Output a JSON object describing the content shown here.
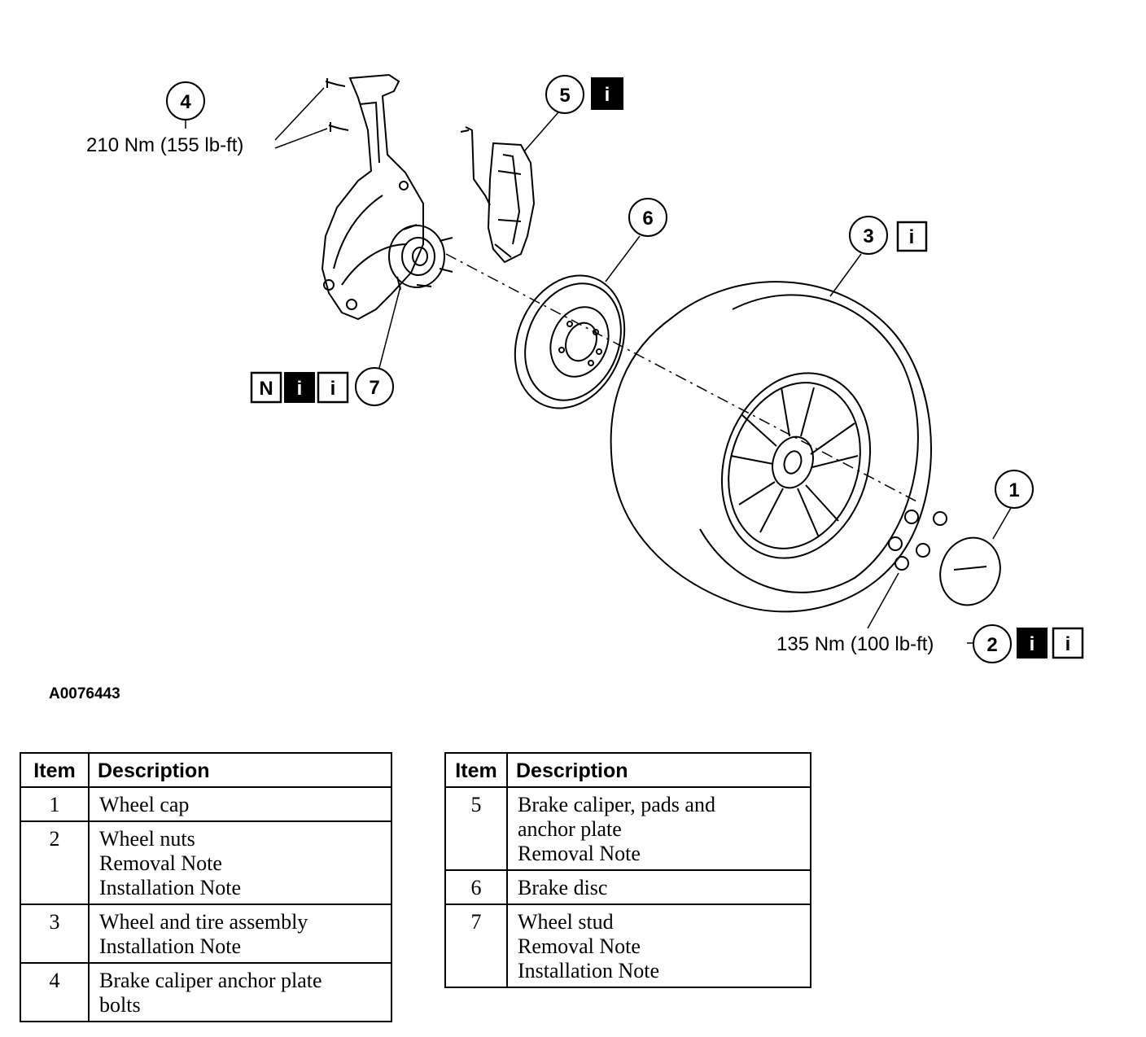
{
  "callouts": {
    "c1": "1",
    "c2": "2",
    "c3": "3",
    "c4": "4",
    "c5": "5",
    "c6": "6",
    "c7": "7"
  },
  "torque": {
    "anchor_bolts": "210 Nm (155 lb-ft)",
    "wheel_nuts": "135 Nm (100 lb-ft)"
  },
  "note_icons": {
    "info": "i",
    "new": "N"
  },
  "figure_id": "A0076443",
  "tables": {
    "left": {
      "headers": [
        "Item",
        "Description"
      ],
      "rows": [
        {
          "item": "1",
          "lines": [
            "Wheel cap"
          ]
        },
        {
          "item": "2",
          "lines": [
            "Wheel nuts",
            "Removal Note",
            "Installation Note"
          ]
        },
        {
          "item": "3",
          "lines": [
            "Wheel and tire assembly",
            "Installation Note"
          ]
        },
        {
          "item": "4",
          "lines": [
            "Brake caliper anchor plate",
            "bolts"
          ]
        }
      ]
    },
    "right": {
      "headers": [
        "Item",
        "Description"
      ],
      "rows": [
        {
          "item": "5",
          "lines": [
            "Brake caliper, pads and",
            "anchor plate",
            "Removal Note"
          ]
        },
        {
          "item": "6",
          "lines": [
            "Brake disc"
          ]
        },
        {
          "item": "7",
          "lines": [
            "Wheel stud",
            "Removal Note",
            "Installation Note"
          ]
        }
      ]
    }
  }
}
